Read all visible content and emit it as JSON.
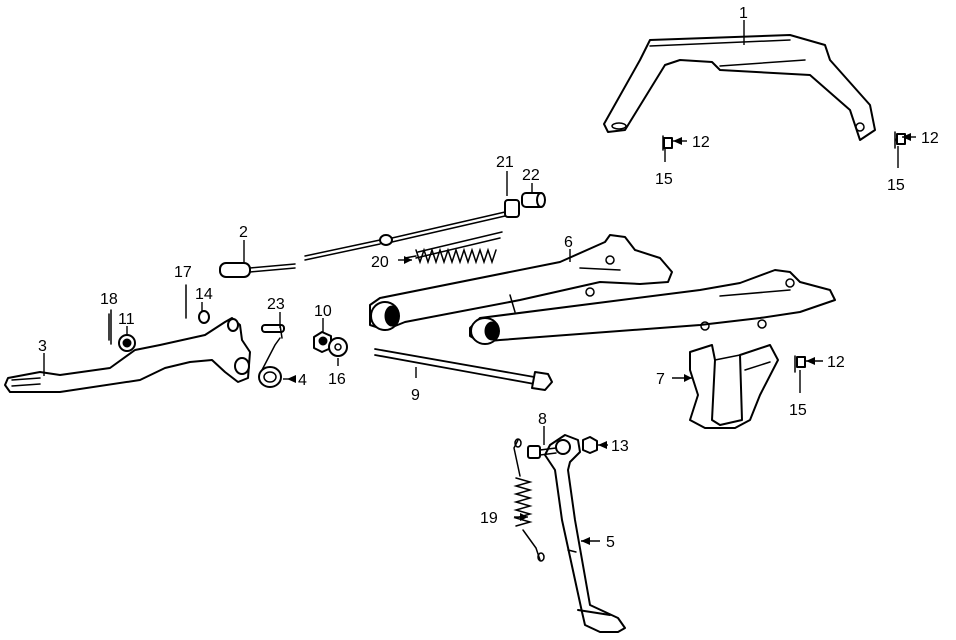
{
  "callouts": [
    {
      "id": "c1",
      "text": "1"
    },
    {
      "id": "c2",
      "text": "2"
    },
    {
      "id": "c3",
      "text": "3"
    },
    {
      "id": "c4",
      "text": "4"
    },
    {
      "id": "c5",
      "text": "5"
    },
    {
      "id": "c6",
      "text": "6"
    },
    {
      "id": "c7",
      "text": "7"
    },
    {
      "id": "c8",
      "text": "8"
    },
    {
      "id": "c9",
      "text": "9"
    },
    {
      "id": "c10",
      "text": "10"
    },
    {
      "id": "c11",
      "text": "11"
    },
    {
      "id": "c12a",
      "text": "12"
    },
    {
      "id": "c12b",
      "text": "12"
    },
    {
      "id": "c12c",
      "text": "12"
    },
    {
      "id": "c13",
      "text": "13"
    },
    {
      "id": "c14",
      "text": "14"
    },
    {
      "id": "c15a",
      "text": "15"
    },
    {
      "id": "c15b",
      "text": "15"
    },
    {
      "id": "c15c",
      "text": "15"
    },
    {
      "id": "c16",
      "text": "16"
    },
    {
      "id": "c17",
      "text": "17"
    },
    {
      "id": "c18",
      "text": "18"
    },
    {
      "id": "c19",
      "text": "19"
    },
    {
      "id": "c20",
      "text": "20"
    },
    {
      "id": "c21",
      "text": "21"
    },
    {
      "id": "c22",
      "text": "22"
    },
    {
      "id": "c23",
      "text": "23"
    }
  ]
}
